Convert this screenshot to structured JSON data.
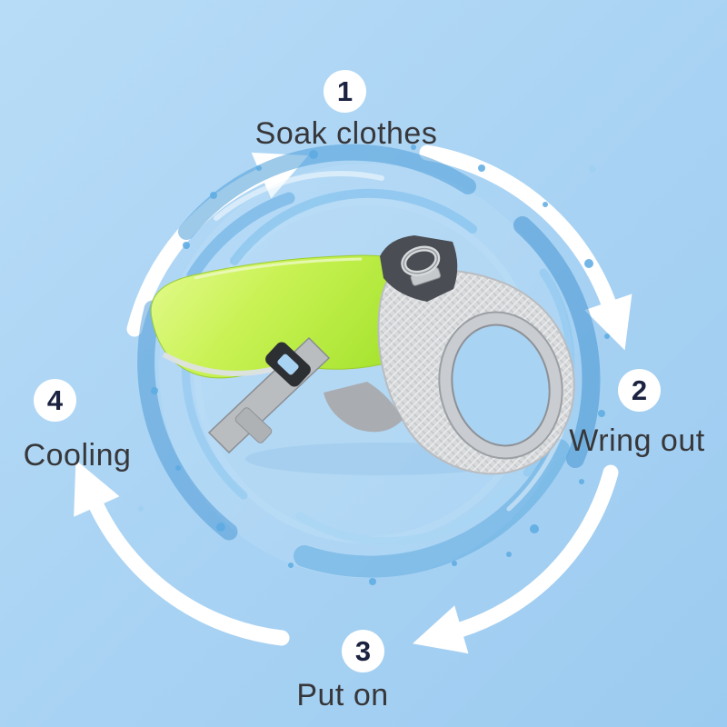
{
  "diagram": {
    "type": "cycle",
    "subject": "dog cooling vest usage steps"
  },
  "steps": [
    {
      "number": "1",
      "label": "Soak clothes",
      "position": "top"
    },
    {
      "number": "2",
      "label": "Wring out",
      "position": "right"
    },
    {
      "number": "3",
      "label": "Put on",
      "position": "bottom"
    },
    {
      "number": "4",
      "label": "Cooling",
      "position": "left"
    }
  ],
  "palette": {
    "background": "#a8d2f3",
    "arrow": "#ffffff",
    "step_circle": "#ffffff",
    "step_number": "#1c2340",
    "label_text": "#37373a",
    "vest_green": "#c9f254",
    "vest_mesh_gray": "#d8dadc",
    "vest_collar": "#4a4e54",
    "water_blue": "#4f9fd9"
  }
}
